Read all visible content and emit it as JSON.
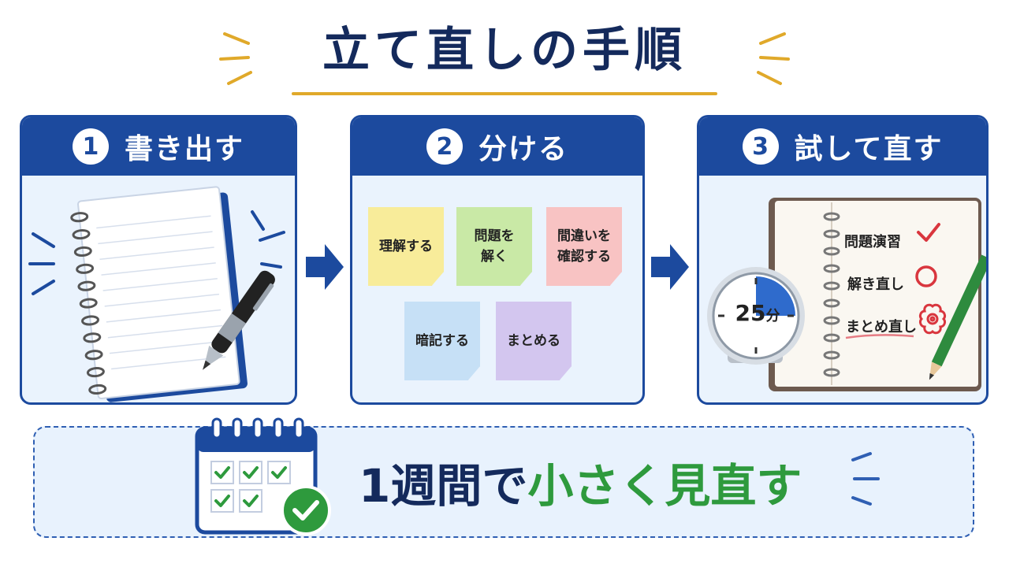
{
  "title": "立て直しの手順",
  "colors": {
    "navy": "#142a5c",
    "blue": "#1c4a9e",
    "light_blue_bg": "#eaf3fd",
    "gold": "#e0a92a",
    "green": "#2e9a3d",
    "red": "#d9363e"
  },
  "steps": [
    {
      "number": "1",
      "label": "書き出す",
      "icon": "notebook-pen-icon"
    },
    {
      "number": "2",
      "label": "分ける",
      "icon": "sticky-notes-icon"
    },
    {
      "number": "3",
      "label": "試して直す",
      "icon": "timer-notebook-icon"
    }
  ],
  "sticky_notes": [
    {
      "text": "理解する",
      "color": "#f8ec9a"
    },
    {
      "text": "問題を\n解く",
      "color": "#c9e9a6"
    },
    {
      "text": "間違いを\n確認する",
      "color": "#f8c3c3"
    },
    {
      "text": "暗記する",
      "color": "#c6e0f6"
    },
    {
      "text": "まとめる",
      "color": "#d3c6ef"
    }
  ],
  "timer": {
    "label": "25",
    "unit": "分"
  },
  "checklist": [
    {
      "text": "問題演習",
      "mark": "check-mark-icon"
    },
    {
      "text": "解き直し",
      "mark": "circle-mark-icon"
    },
    {
      "text": "まとめ直し",
      "mark": "flower-mark-icon"
    }
  ],
  "banner": {
    "text_part1": "1週間で",
    "text_part2": "小さく見直す",
    "icon": "calendar-check-icon"
  }
}
